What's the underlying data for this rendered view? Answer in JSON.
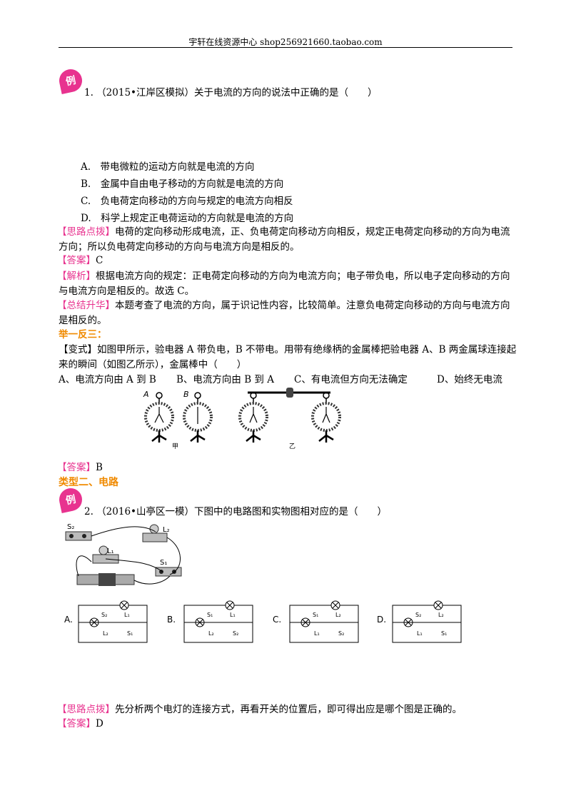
{
  "header": {
    "text": "宇轩在线资源中心   shop256921660.taobao.com"
  },
  "badge_label": "例",
  "q1": {
    "stem": "1. （2015•江岸区模拟）关于电流的方向的说法中正确的是（　　）",
    "options": [
      "A.　带电微粒的运动方向就是电流的方向",
      "B.　金属中自由电子移动的方向就是电流的方向",
      "C.　负电荷定向移动的方向与规定的电流方向相反",
      "D.　科学上规定正电荷运动的方向就是电流的方向"
    ],
    "hint_tag": "【思路点拨】",
    "hint_l1": "电荷的定向移动形成电流，正、负电荷定向移动方向相反，规定正电荷定向移动的方向为电流",
    "hint_l2": "方向；所以负电荷定向移动的方向与电流方向是相反的。",
    "answer_tag": "【答案】",
    "answer": "C",
    "analysis_tag": "【解析】",
    "analysis_l1": "根据电流方向的规定：正电荷定向移动的方向为电流方向；电子带负电，所以电子定向移动的方向",
    "analysis_l2": "与电流方向是相反的。故选 C。",
    "summary_tag": "【总结升华】",
    "summary_l1": "本题考查了电流的方向，属于识记性内容，比较简单。注意负电荷定向移动的方向与电流方向",
    "summary_l2": "是相反的。"
  },
  "ex": {
    "heading": "举一反三：",
    "l1": "【变式】如图甲所示，验电器 A 带负电，B 不带电。用带有绝缘柄的金属棒把验电器 A、B 两金属球连接起",
    "l2": "来的瞬间（如图乙所示），金属棒中（　　）",
    "options": [
      "A、电流方向由 A 到 B",
      "B、电流方向由 B 到 A",
      "C、有电流但方向无法确定",
      "D、始终无电流"
    ],
    "fig": {
      "A": "A",
      "B": "B",
      "jia": "甲",
      "yi": "乙"
    },
    "answer_tag": "【答案】",
    "answer": "B"
  },
  "section2": "类型二、电路",
  "q2": {
    "stem": "2. （2016•山亭区一模）下图中的电路图和实物图相对应的是（　　）",
    "photo": {
      "S2": "S₂",
      "L1": "L₁",
      "L2": "L₂",
      "S1": "S₁"
    },
    "choices": [
      "A.",
      "B.",
      "C.",
      "D."
    ],
    "hint_tag": "【思路点拨】",
    "hint": "先分析两个电灯的连接方式，再看开关的位置后，即可得出应是哪个图是正确的。",
    "answer_tag": "【答案】",
    "answer": "D"
  }
}
